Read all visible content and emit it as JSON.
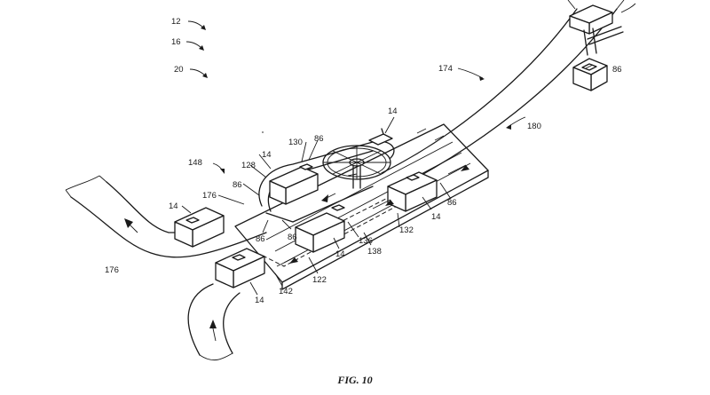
{
  "figure_caption": "FIG. 10",
  "reference_numerals": {
    "r12": "12",
    "r16": "16",
    "r20": "20",
    "r174": "174",
    "r86_tower": "86",
    "r14_top": "14",
    "r180": "180",
    "r130": "130",
    "r86_a": "86",
    "r14_b": "14",
    "r148": "148",
    "r128": "128",
    "r86_b": "86",
    "r176_inner": "176",
    "r14_left": "14",
    "r86_c": "86",
    "r86_d": "86",
    "r14_right": "14",
    "r86_e": "86",
    "r136": "136",
    "r132": "132",
    "r14_mid": "14",
    "r138": "138",
    "r122": "122",
    "r142": "142",
    "r14_front": "14",
    "r176_outer": "176"
  }
}
